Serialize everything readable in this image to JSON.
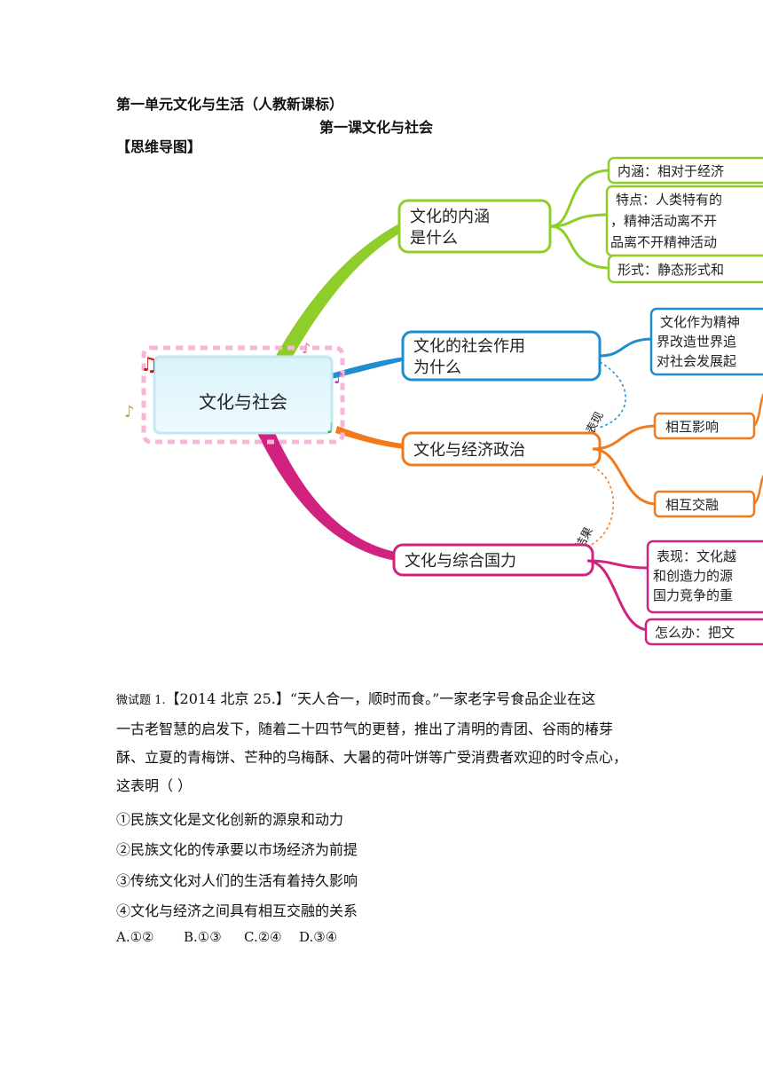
{
  "header": {
    "unit_title": "第一单元文化与生活（人教新课标）",
    "lesson_title": "第一课文化与社会",
    "section_label": "【思维导图】"
  },
  "mindmap": {
    "center": "文化与社会",
    "branches": [
      {
        "label_line1": "文化的内涵",
        "label_line2": "是什么",
        "color": "#8fce2a",
        "subs": [
          {
            "lines": [
              "内涵：相对于经济"
            ]
          },
          {
            "lines": [
              "特点：人类特有的",
              "，精神活动离不开",
              "品离不开精神活动"
            ]
          },
          {
            "lines": [
              "形式：静态形式和"
            ]
          }
        ]
      },
      {
        "label_line1": "文化的社会作用",
        "label_line2": "为什么",
        "color": "#1e8ed0",
        "subs": [
          {
            "lines": [
              "文化作为精神",
              "界改造世界追",
              "对社会发展起"
            ]
          }
        ]
      },
      {
        "label_line1": "文化与经济政治",
        "label_line2": "",
        "color": "#f07a1c",
        "subs": [
          {
            "lines": [
              "相互影响"
            ]
          },
          {
            "lines": [
              "相互交融"
            ]
          }
        ]
      },
      {
        "label_line1": "文化与综合国力",
        "label_line2": "",
        "color": "#d0227e",
        "subs": [
          {
            "lines": [
              "表现：文化越",
              "和创造力的源",
              "国力竞争的重"
            ]
          },
          {
            "lines": [
              "怎么办：把文"
            ]
          }
        ]
      }
    ],
    "connector_labels": [
      "表现",
      "结果"
    ]
  },
  "question": {
    "prefix": "微试题 1.",
    "source": "【2014 北京 25.】",
    "stem_line1": "“天人合一，顺时而食。”一家老字号食品企业在这",
    "stem_line2": "一古老智慧的启发下，随着二十四节气的更替，推出了清明的青团、谷雨的椿芽",
    "stem_line3": "酥、立夏的青梅饼、芒种的乌梅酥、大暑的荷叶饼等广受消费者欢迎的时令点心，",
    "stem_line4": "这表明（    ）",
    "options": [
      "①民族文化是文化创新的源泉和动力",
      "②民族文化的传承要以市场经济为前提",
      "③传统文化对人们的生活有着持久影响",
      "④文化与经济之间具有相互交融的关系"
    ],
    "answers": [
      "A.①②",
      "B.①③",
      "C.②④",
      "D.③④"
    ]
  }
}
